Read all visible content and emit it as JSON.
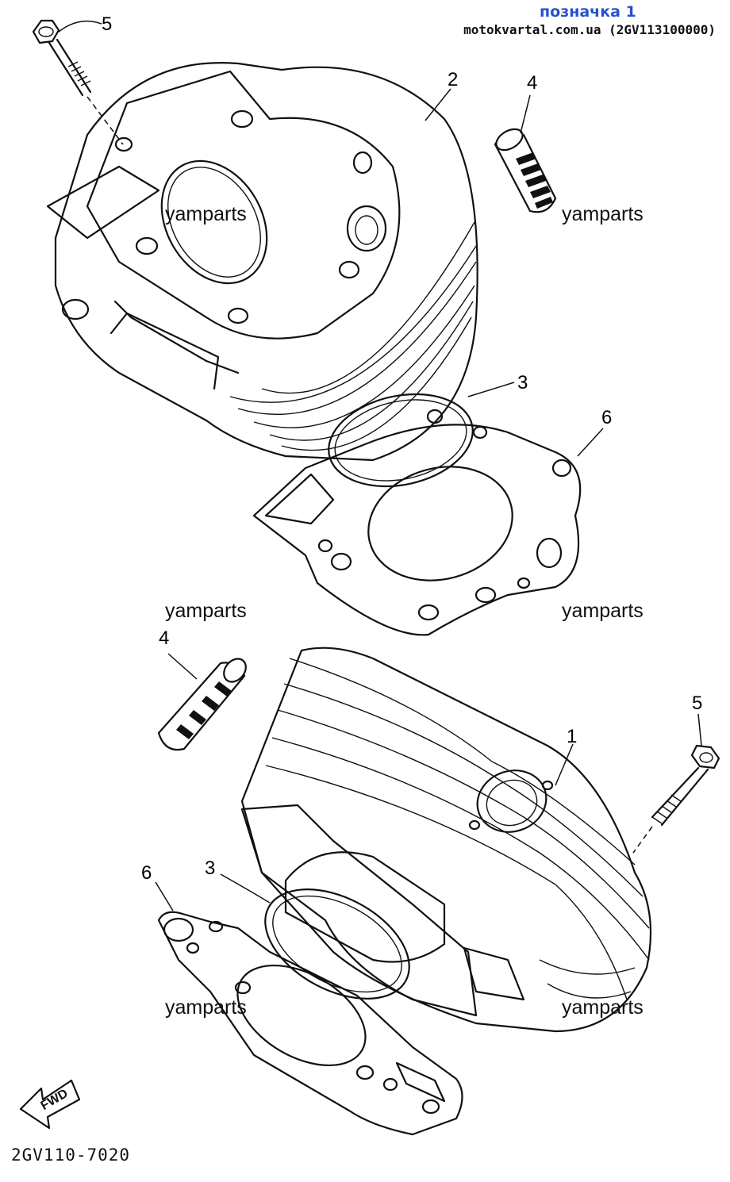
{
  "header": {
    "badge": "позначка 1",
    "source": "motokvartal.com.ua (2GV113100000)"
  },
  "diagram_code": "2GV110-7020",
  "fwd_label": "FWD",
  "watermark": "yamparts",
  "callouts": {
    "c1": "1",
    "c2": "2",
    "c3a": "3",
    "c3b": "3",
    "c4a": "4",
    "c4b": "4",
    "c5a": "5",
    "c5b": "5",
    "c6a": "6",
    "c6b": "6"
  }
}
